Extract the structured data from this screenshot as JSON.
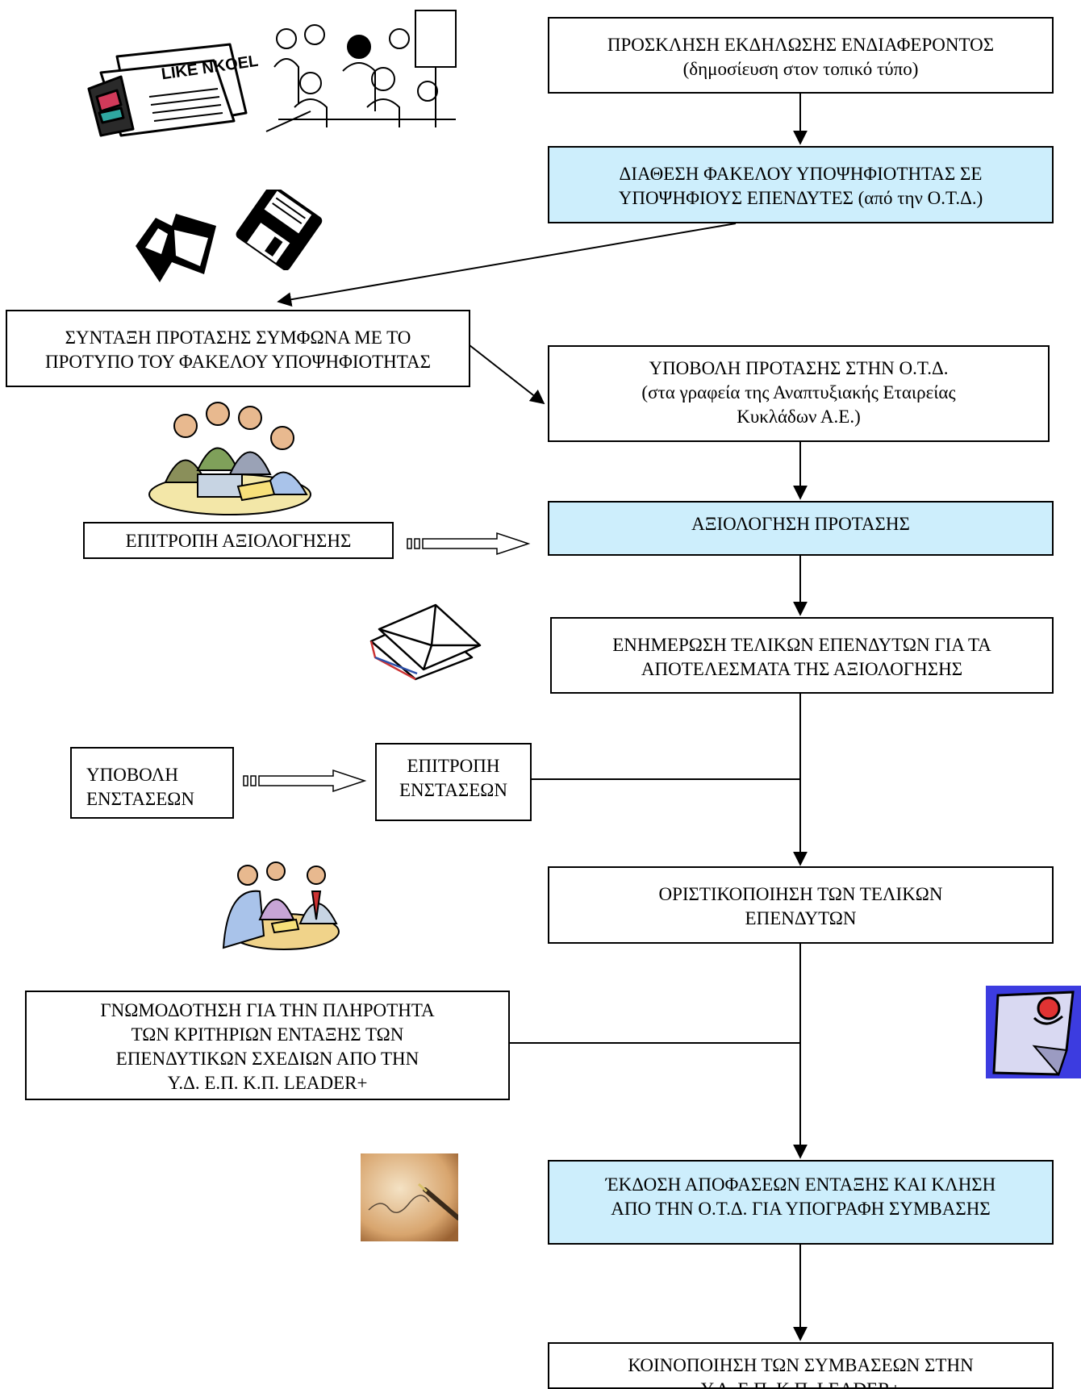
{
  "diagram": {
    "b1": [
      "ΠΡΟΣΚΛΗΣΗ ΕΚΔΗΛΩΣΗΣ ΕΝΔΙΑΦΕΡΟΝΤΟΣ",
      "(δημοσίευση στον τοπικό τύπο)"
    ],
    "b2": [
      "ΔΙΑΘΕΣΗ ΦΑΚΕΛΟΥ ΥΠΟΨΗΦΙΟΤΗΤΑΣ ΣΕ",
      "ΥΠΟΨΗΦΙΟΥΣ ΕΠΕΝΔΥΤΕΣ (από την Ο.Τ.Δ.)"
    ],
    "b3": [
      "ΣΥΝΤΑΞΗ ΠΡΟΤΑΣΗΣ ΣΥΜΦΩΝΑ ΜΕ ΤΟ",
      "ΠΡΟΤΥΠΟ ΤΟΥ ΦΑΚΕΛΟΥ ΥΠΟΨΗΦΙΟΤΗΤΑΣ"
    ],
    "b4": [
      "ΥΠΟΒΟΛΗ ΠΡΟΤΑΣΗΣ ΣΤΗΝ Ο.Τ.Δ.",
      "(στα γραφεία της Αναπτυξιακής Εταιρείας",
      "Κυκλάδων Α.Ε.)"
    ],
    "b5": [
      "ΕΠΙΤΡΟΠΗ ΑΞΙΟΛΟΓΗΣΗΣ"
    ],
    "b6": [
      "ΑΞΙΟΛΟΓΗΣΗ ΠΡΟΤΑΣΗΣ"
    ],
    "b7": [
      "ΕΝΗΜΕΡΩΣΗ ΤΕΛΙΚΩΝ ΕΠΕΝΔΥΤΩΝ ΓΙΑ ΤΑ",
      "ΑΠΟΤΕΛΕΣΜΑΤΑ ΤΗΣ ΑΞΙΟΛΟΓΗΣΗΣ"
    ],
    "b8": [
      "ΥΠΟΒΟΛΗ",
      "ΕΝΣΤΑΣΕΩΝ"
    ],
    "b9": [
      "ΕΠΙΤΡΟΠΗ",
      "ΕΝΣΤΑΣΕΩΝ"
    ],
    "b10": [
      "ΟΡΙΣΤΙΚΟΠΟΙΗΣΗ ΤΩΝ ΤΕΛΙΚΩΝ",
      "ΕΠΕΝΔΥΤΩΝ"
    ],
    "b11": [
      "ΓΝΩΜΟΔΟΤΗΣΗ ΓΙΑ ΤΗΝ ΠΛΗΡΟΤΗΤΑ",
      "ΤΩΝ ΚΡΙΤΗΡΙΩΝ ΕΝΤΑΞΗΣ ΤΩΝ",
      "ΕΠΕΝΔΥΤΙΚΩΝ ΣΧΕΔΙΩΝ ΑΠΟ ΤΗΝ",
      "Υ.Δ. Ε.Π. Κ.Π. LEADER+"
    ],
    "b12": [
      "ΈΚΔΟΣΗ ΑΠΟΦΑΣΕΩΝ ΕΝΤΑΞΗΣ ΚΑΙ ΚΛΗΣΗ",
      "ΑΠΟ ΤΗΝ Ο.Τ.Δ. ΓΙΑ ΥΠΟΓΡΑΦΗ ΣΥΜΒΑΣΗΣ"
    ],
    "b13": [
      "ΚΟΙΝΟΠΟΙΗΣΗ ΤΩΝ ΣΥΜΒΑΣΕΩΝ ΣΤΗΝ",
      "Υ.Δ. Ε.Π. Κ.Π. LEADER+"
    ]
  },
  "clipart": {
    "newspaper_text": "LIKE NKOEL"
  },
  "colors": {
    "highlight_fill": "#cdeefc",
    "line": "#000000"
  }
}
